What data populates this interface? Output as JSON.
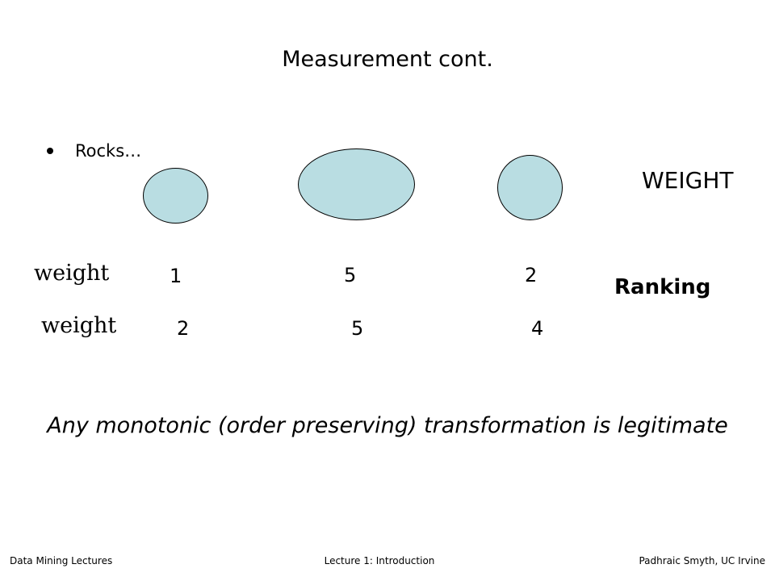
{
  "slide": {
    "title": "Measurement cont.",
    "bullet": "Rocks…",
    "attribute_label": "WEIGHT",
    "scale_label": "Ranking",
    "rows": [
      {
        "label": "weight",
        "values": [
          "1",
          "5",
          "2"
        ]
      },
      {
        "label": "weight",
        "values": [
          "2",
          "5",
          "4"
        ]
      }
    ],
    "statement": "Any monotonic (order preserving) transformation is legitimate",
    "rock_color": "#b9dde2"
  },
  "footer": {
    "left": "Data Mining Lectures",
    "center": "Lecture 1: Introduction",
    "right": "Padhraic Smyth, UC Irvine"
  }
}
